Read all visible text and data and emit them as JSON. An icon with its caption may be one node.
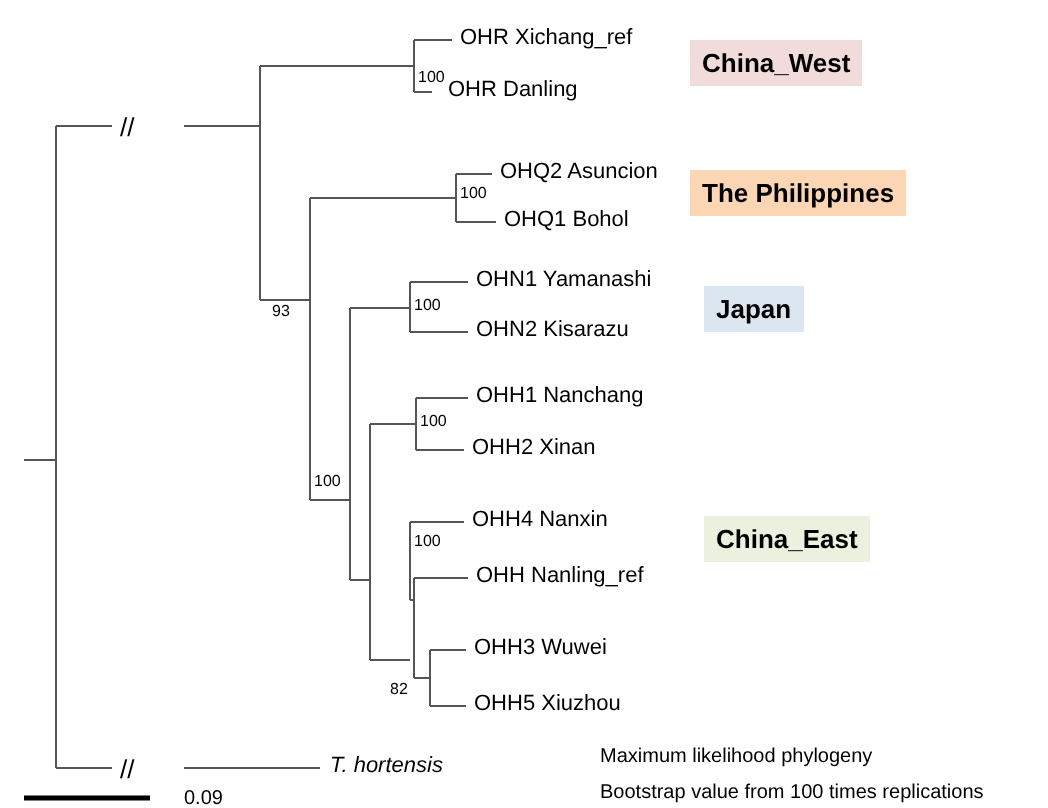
{
  "diagram": {
    "nodes": [
      {
        "text": [
          "China_West"
        ]
      },
      {
        "text": [
          "The Philippines"
        ]
      },
      {
        "text": [
          "Japan"
        ]
      },
      {
        "text": [
          "China_East"
        ]
      }
    ],
    "labels": [
      "OHR Xichang_ref",
      "100",
      "OHR Danling",
      "OHQ2 Asuncion",
      "100",
      "OHQ1 Bohol",
      "93",
      "OHN1 Yamanashi",
      "100",
      "OHN2 Kisarazu",
      "100",
      "OHH1 Nanchang",
      "100",
      "OHH2 Xinan",
      "OHH4 Nanxin",
      "100",
      "OHH Nanling_ref",
      "82",
      "OHH3 Wuwei",
      "OHH5 Xiuzhou",
      "//",
      "//",
      "T. hortensis",
      "0.09",
      "Maximum likelihood phylogeny",
      "Bootstrap value from 100 times replications"
    ]
  }
}
